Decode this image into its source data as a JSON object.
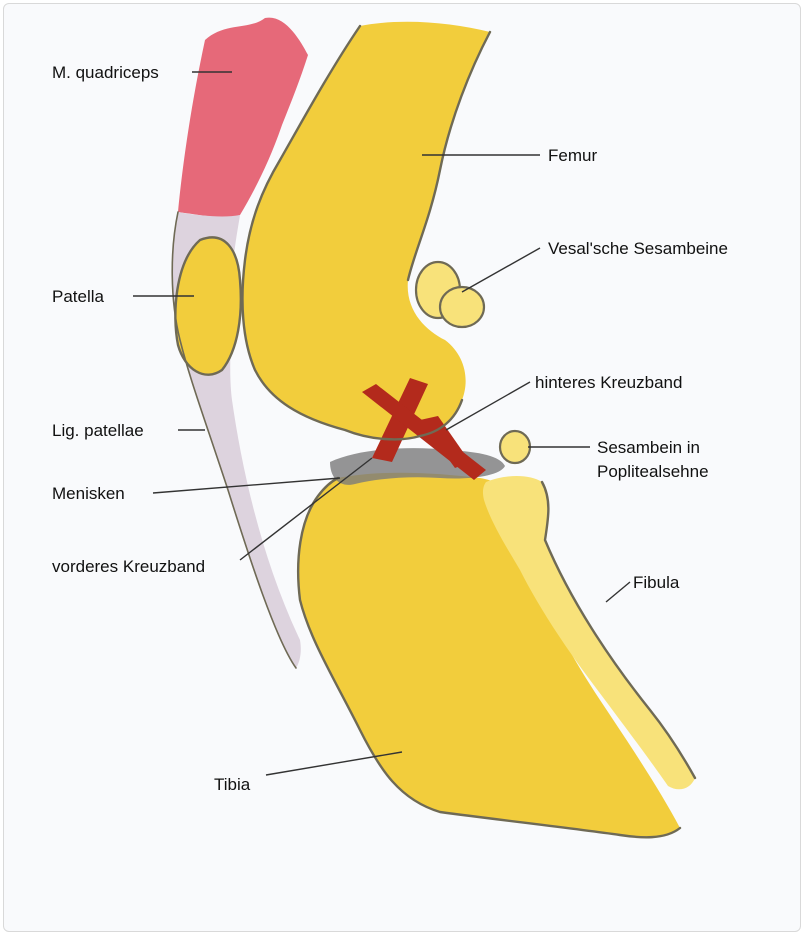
{
  "colors": {
    "bone": "#f2cd3c",
    "bone_light": "#f8e27a",
    "muscle": "#e3596a",
    "ligament": "#ddd3de",
    "cruciate": "#b32a1c",
    "meniscus": "#7a7a7a",
    "outline": "#6f6a55"
  },
  "labels": {
    "quadriceps": "M. quadriceps",
    "patella": "Patella",
    "lig_patellae": "Lig. patellae",
    "menisken": "Menisken",
    "vorderes_kreuzband": "vorderes Kreuzband",
    "tibia": "Tibia",
    "femur": "Femur",
    "vesal": "Vesal'sche Sesambeine",
    "hinteres_kreuzband": "hinteres Kreuzband",
    "sesambein_line1": "Sesambein in",
    "sesambein_line2": "Poplitealsehne",
    "fibula": "Fibula"
  }
}
